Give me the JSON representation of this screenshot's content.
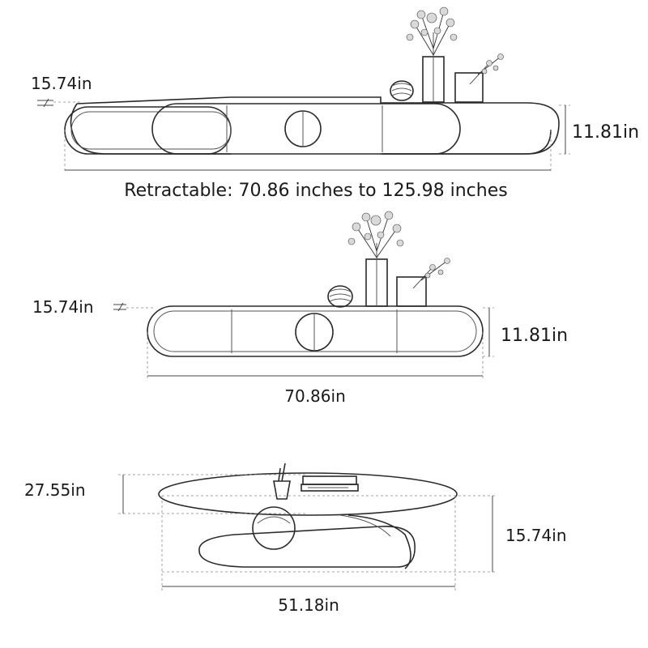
{
  "diagram_1": {
    "depth_label": "15.74in",
    "height_label": "11.81in",
    "width_label": "Retractable: 70.86 inches to 125.98 inches"
  },
  "diagram_2": {
    "depth_label": "15.74in",
    "height_label": "11.81in",
    "width_label": "70.86in"
  },
  "diagram_3": {
    "height_label": "27.55in",
    "depth_label": "15.74in",
    "width_label": "51.18in"
  },
  "colors": {
    "line": "#2a2a2a",
    "text": "#1a1a1a",
    "background": "#ffffff"
  }
}
